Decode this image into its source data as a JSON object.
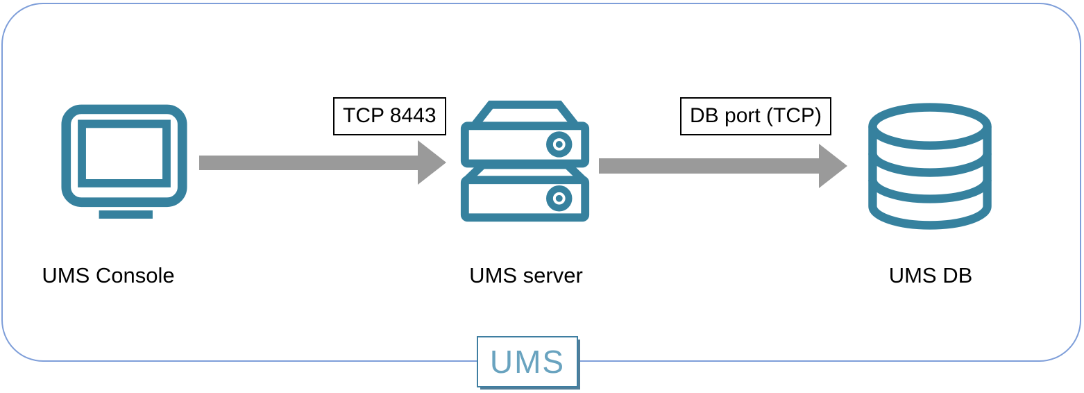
{
  "diagram": {
    "nodes": [
      {
        "id": "console",
        "label": "UMS Console",
        "icon": "monitor-icon"
      },
      {
        "id": "server",
        "label": "UMS server",
        "icon": "server-icon"
      },
      {
        "id": "db",
        "label": "UMS DB",
        "icon": "database-icon"
      }
    ],
    "connections": [
      {
        "from": "console",
        "to": "server",
        "label": "TCP 8443"
      },
      {
        "from": "server",
        "to": "db",
        "label": "DB port (TCP)"
      }
    ],
    "badge": {
      "label": "UMS"
    },
    "colors": {
      "icon_teal": "#36819E",
      "arrow_gray": "#9A9A9A",
      "frame_blue": "#7E9ED9",
      "port_label_border": "#000000",
      "badge_border": "#3E7EA1",
      "badge_text": "#69A3BF",
      "label_text": "#000000"
    }
  }
}
